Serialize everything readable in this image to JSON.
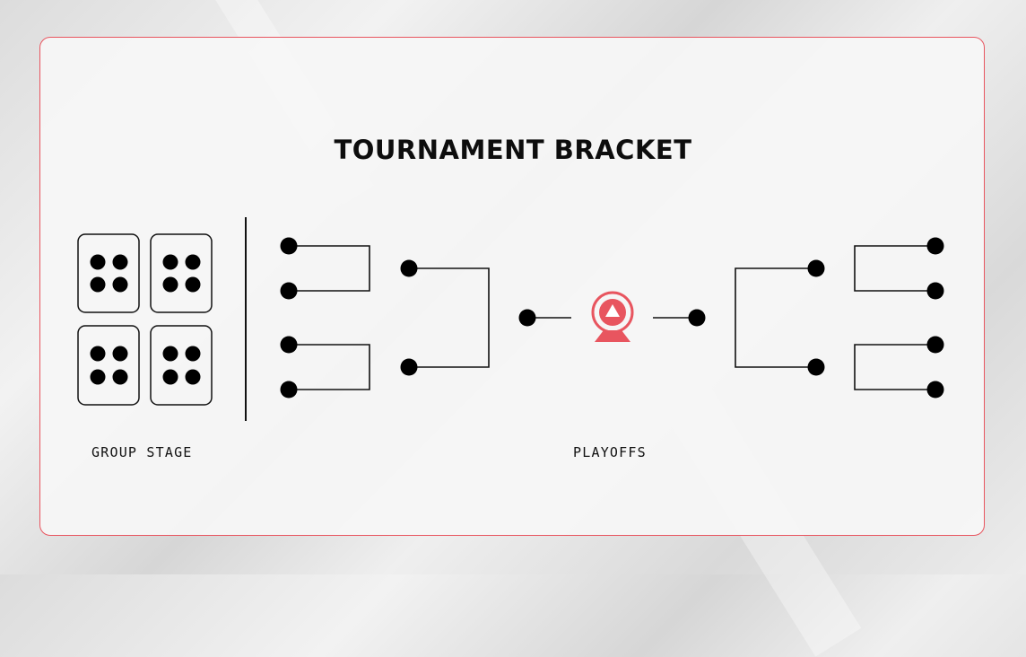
{
  "title": "TOURNAMENT BRACKET",
  "labels": {
    "group_stage": "GROUP STAGE",
    "playoffs": "PLAYOFFS"
  },
  "colors": {
    "accent": "#e8555f",
    "line": "#111111",
    "dot": "#000000"
  },
  "icons": {
    "trophy": "trophy-icon"
  }
}
